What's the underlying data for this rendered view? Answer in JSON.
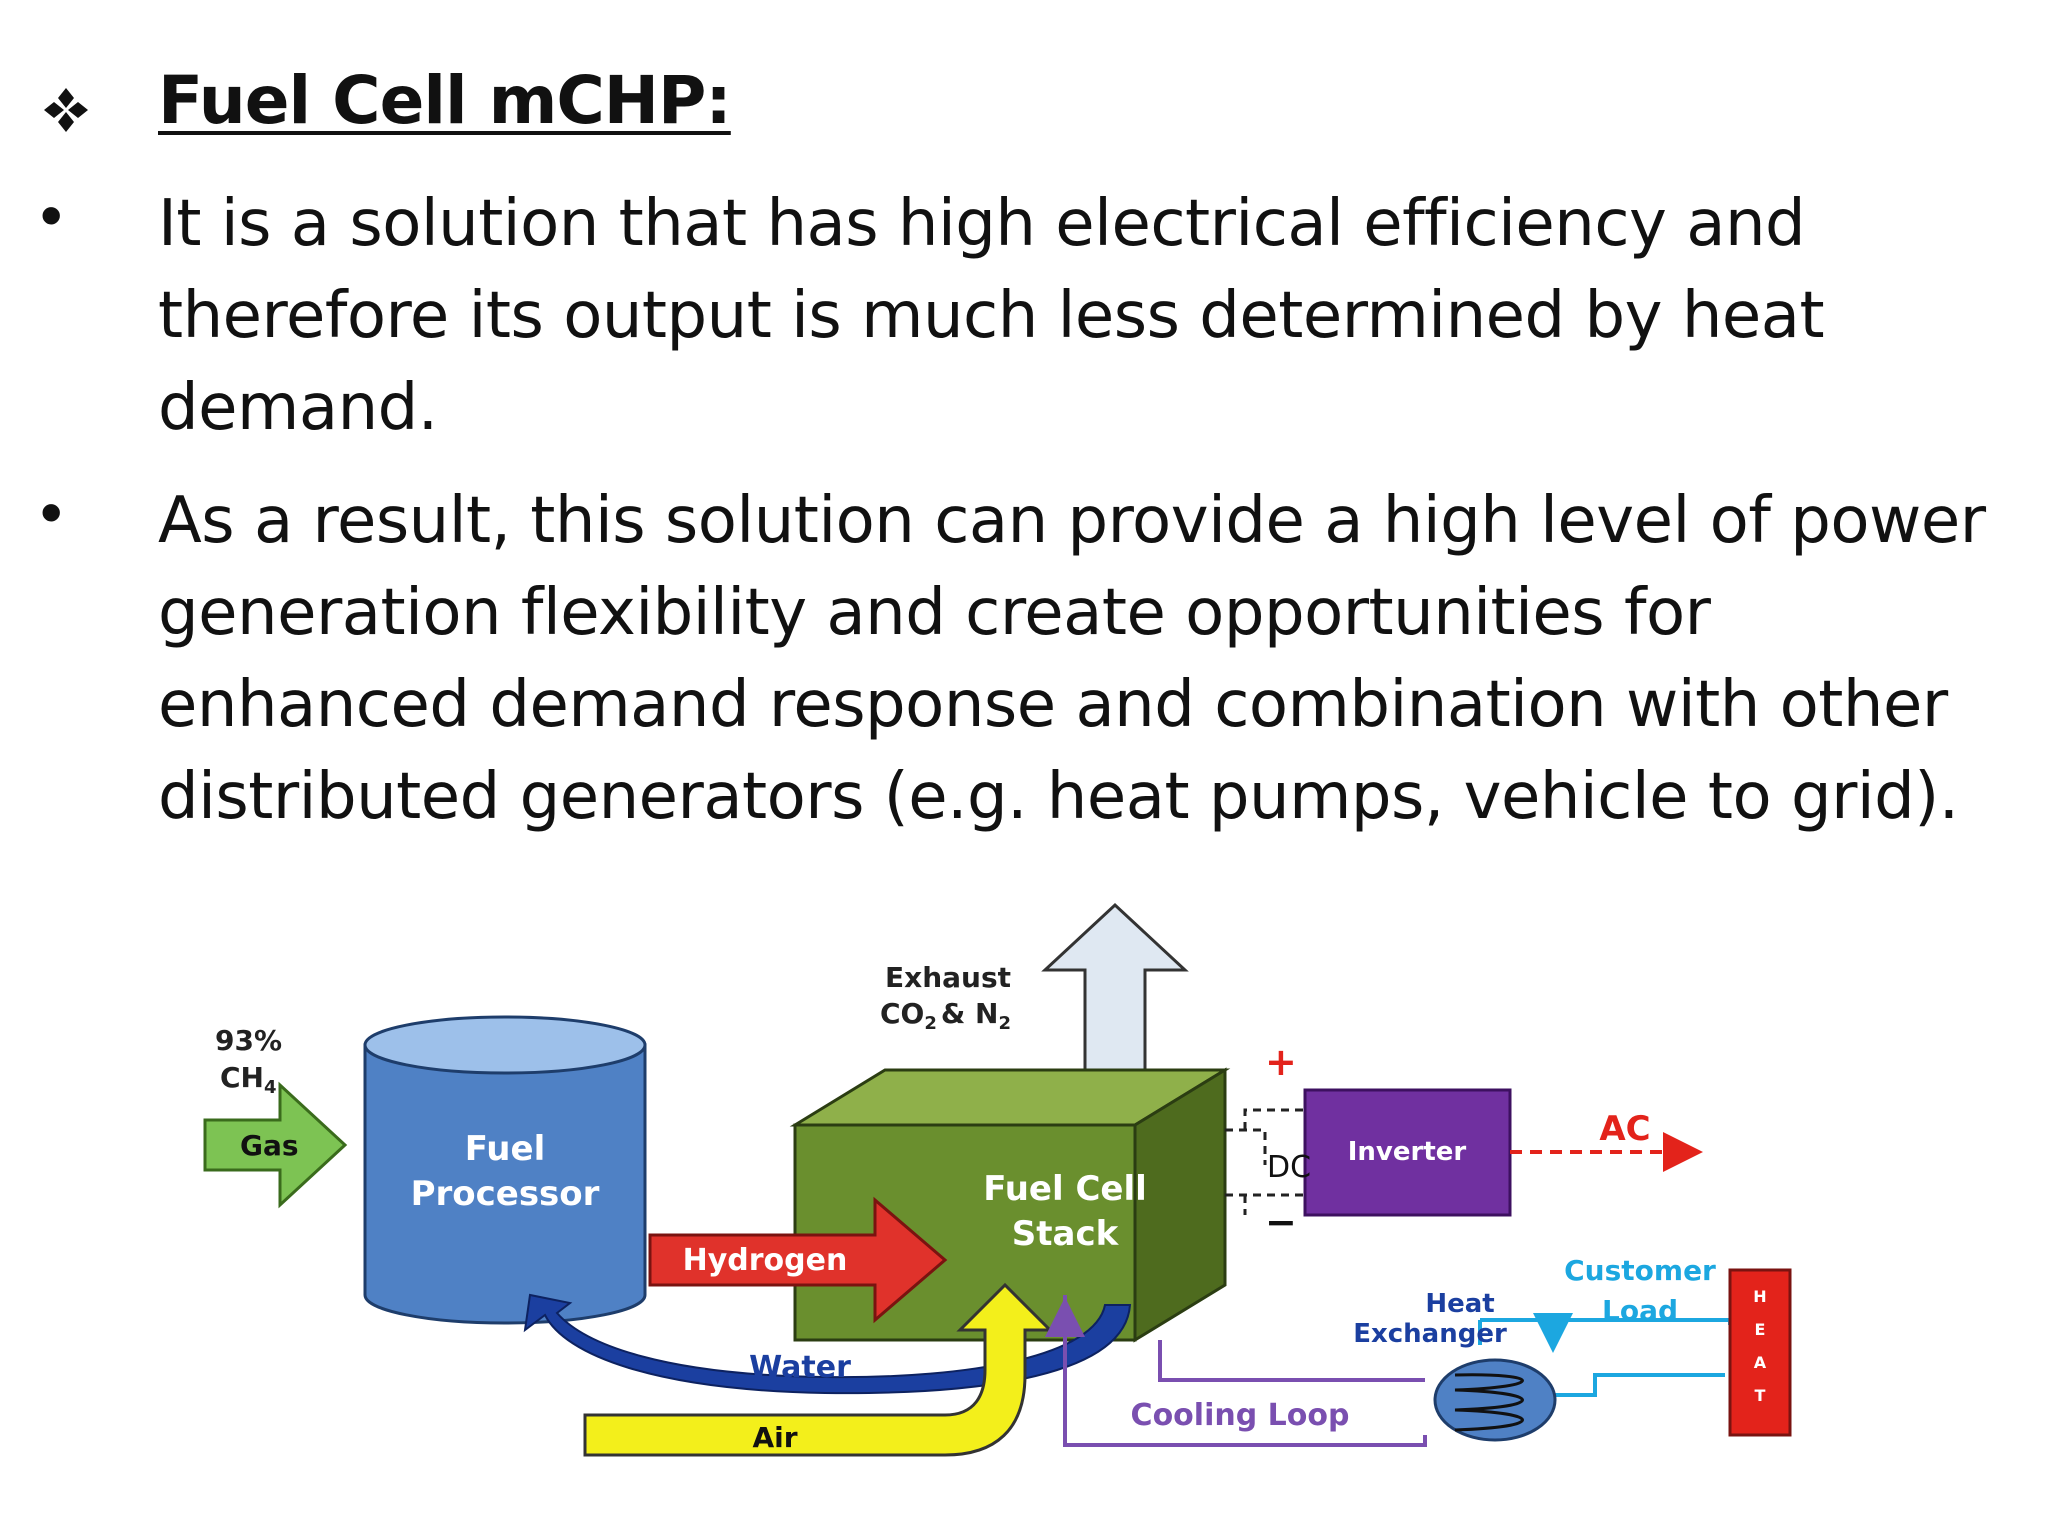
{
  "heading": {
    "text": "Fuel Cell mCHP:"
  },
  "bullets": [
    {
      "symbol": "•",
      "text": "It is a solution that has high electrical efficiency and therefore its output is much less determined by heat demand."
    },
    {
      "symbol": "•",
      "text": "As a result, this solution can provide a high level of power generation flexibility and create opportunities for enhanced demand response and combination with other distributed generators (e.g. heat pumps, vehicle to grid)."
    }
  ],
  "diagram": {
    "gas_percent": "93%",
    "gas_formula": "CH",
    "gas_formula_sub": "4",
    "gas_label": "Gas",
    "fuel_processor": [
      "Fuel",
      "Processor"
    ],
    "hydrogen_label": "Hydrogen",
    "fuel_cell_stack": [
      "Fuel Cell",
      "Stack"
    ],
    "exhaust_label": "Exhaust",
    "exhaust_formula_co": "CO",
    "exhaust_formula_co_sub": "2",
    "exhaust_formula_amp": "& N",
    "exhaust_formula_n_sub": "2",
    "water_label": "Water",
    "air_label": "Air",
    "plus_sign": "+",
    "minus_sign": "−",
    "dc_label": "DC",
    "inverter_label": "Inverter",
    "ac_label": "AC",
    "customer_load": [
      "Customer",
      "Load"
    ],
    "heat_exchanger": [
      "Heat",
      "Exchanger"
    ],
    "heat_letters": [
      "H",
      "E",
      "A",
      "T"
    ],
    "cooling_loop_label": "Cooling Loop",
    "colors": {
      "gas": "#7dc353",
      "processor": "#4f81c5",
      "hydrogen": "#e0322b",
      "stack": "#6a8f2e",
      "water": "#1b3fa0",
      "air": "#f3ef1b",
      "inverter": "#7030a0",
      "ac": "#e3231b",
      "customer": "#1ca7e0",
      "heat": "#e3231b",
      "cooling": "#7a4fb0",
      "exhaust": "#dfe8f2"
    }
  }
}
